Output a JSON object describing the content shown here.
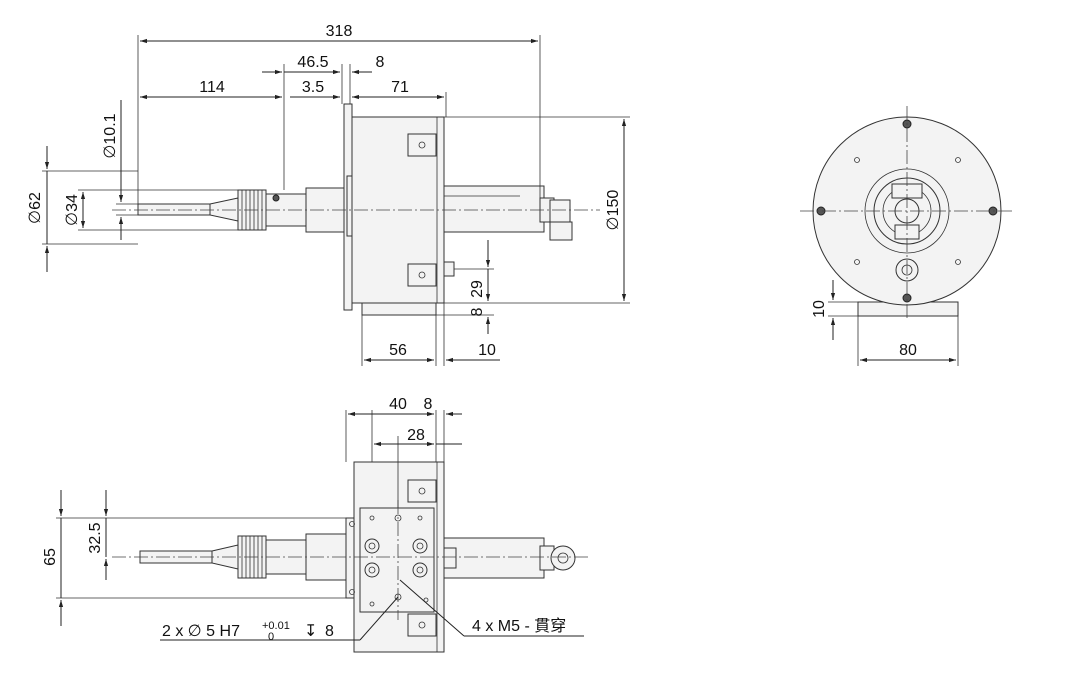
{
  "dimensions": {
    "side_view": {
      "overall_length": "318",
      "d46_5": "46.5",
      "d8_top": "8",
      "d114": "114",
      "d3_5": "3.5",
      "d71": "71",
      "dia10_1": "∅10.1",
      "dia62": "∅62",
      "dia34": "∅34",
      "dia150": "∅150",
      "d29": "29",
      "d8_side": "8",
      "d56": "56",
      "d10_bottom": "10"
    },
    "end_view": {
      "d10_left": "10",
      "d80": "80"
    },
    "top_view": {
      "d40": "40",
      "d8": "8",
      "d28": "28",
      "d65": "65",
      "d32_5": "32.5"
    }
  },
  "callouts": {
    "pin_holes_prefix": "2 x ∅ 5 H7",
    "tol_upper": "+0.01",
    "tol_lower": "0",
    "depth_symbol": "↧",
    "depth_value": "8",
    "thread_holes": "4 x M5 - 貫穿"
  },
  "colors": {
    "line": "#222222",
    "part_fill": "#f3f3f3",
    "dark_fill": "#555555"
  }
}
